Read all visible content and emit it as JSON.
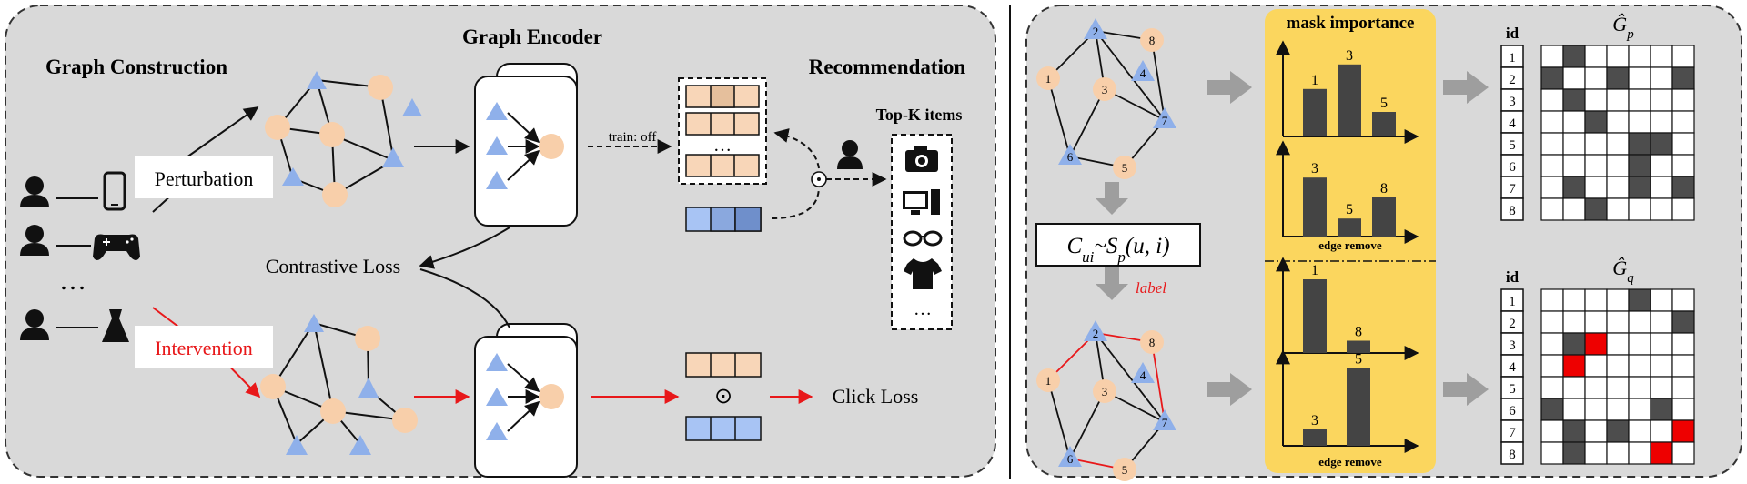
{
  "left": {
    "title_graph_construction": "Graph Construction",
    "title_graph_encoder": "Graph Encoder",
    "title_recommendation": "Recommendation",
    "perturbation": "Perturbation",
    "intervention": "Intervention",
    "ellipsis": "…",
    "train_off": "train: off",
    "contrastive_loss": "Contrastive Loss",
    "click_loss": "Click Loss",
    "topk_title": "Top-K items",
    "odot": "⊙",
    "dots": "…",
    "topk_icons": [
      "camera-icon",
      "computer-icon",
      "glasses-icon",
      "tshirt-icon"
    ],
    "user_items": [
      "phone-icon",
      "gamepad-icon",
      "dress-icon"
    ],
    "colors": {
      "node_orange": "#f8cfaa",
      "node_blue": "#8fb0ea",
      "edge_red": "#e8181a",
      "emb_orange": "#f8d6b8",
      "emb_blue": "#a8c4f4",
      "panel_bg": "#d9d9d9"
    }
  },
  "right": {
    "mask_title": "mask importance",
    "edge_remove": "edge remove",
    "cui_formula": "C_ui ~ S_p(u, i)",
    "label": "label",
    "graph_nodes_top": [
      "1",
      "2",
      "3",
      "4",
      "5",
      "6",
      "7",
      "8"
    ],
    "bars": [
      {
        "labels": [
          "1",
          "3",
          "5"
        ],
        "values": [
          0.58,
          0.88,
          0.3
        ]
      },
      {
        "labels": [
          "3",
          "5",
          "8"
        ],
        "values": [
          0.72,
          0.22,
          0.48
        ]
      },
      {
        "labels": [
          "1",
          "8"
        ],
        "values": [
          0.9,
          0.15
        ]
      },
      {
        "labels": [
          "3",
          "5"
        ],
        "values": [
          0.2,
          0.95
        ]
      }
    ],
    "matrix_p_title": "Ĝp",
    "matrix_q_title": "Ĝq",
    "id_header": "id",
    "ids": [
      "1",
      "2",
      "3",
      "4",
      "5",
      "6",
      "7",
      "8"
    ],
    "colors": {
      "mask_bg": "#fbd65e",
      "bar": "#444444",
      "matrix_dark": "#4d4d4d",
      "matrix_red": "#ee0000",
      "arrow_gray": "#9e9e9e"
    }
  }
}
